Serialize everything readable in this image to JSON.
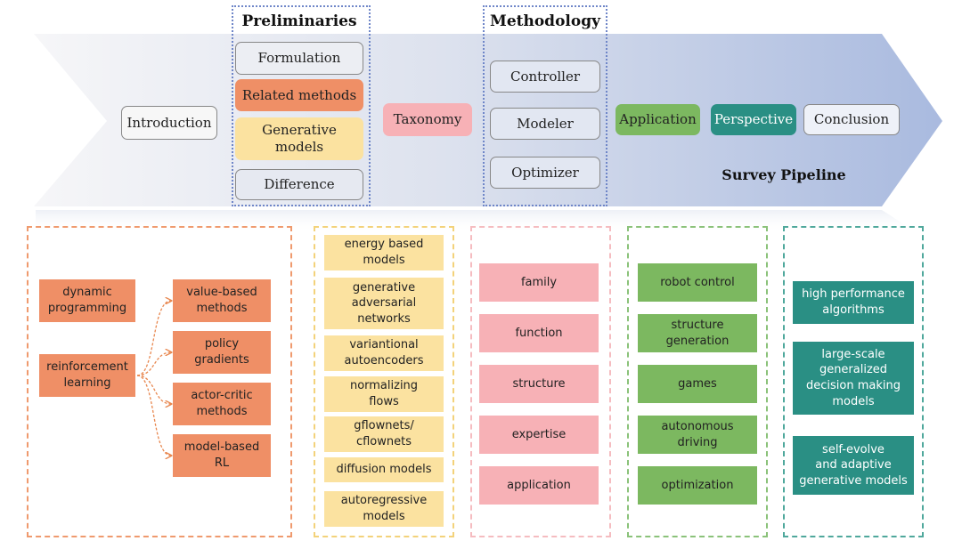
{
  "headers": {
    "preliminaries": "Preliminaries",
    "methodology": "Methodology",
    "pipeline": "Survey Pipeline"
  },
  "pipeline": {
    "introduction": "Introduction",
    "formulation": "Formulation",
    "related_methods": "Related methods",
    "generative_models": "Generative\nmodels",
    "difference": "Difference",
    "taxonomy": "Taxonomy",
    "controller": "Controller",
    "modeler": "Modeler",
    "optimizer": "Optimizer",
    "application": "Application",
    "perspective": "Perspective",
    "conclusion": "Conclusion"
  },
  "related": {
    "dynamic_programming": "dynamic\nprogramming",
    "reinforcement_learning": "reinforcement\nlearning",
    "value_based": "value-based\nmethods",
    "policy_gradients": "policy\ngradients",
    "actor_critic": "actor-critic\nmethods",
    "model_based": "model-based\nRL"
  },
  "generative": [
    "energy based\nmodels",
    "generative\nadversarial\nnetworks",
    "variantional\nautoencoders",
    "normalizing\nflows",
    "gflownets/\ncflownets",
    "diffusion models",
    "autoregressive\nmodels"
  ],
  "taxonomy_items": [
    "family",
    "function",
    "structure",
    "expertise",
    "application"
  ],
  "application_items": [
    "robot control",
    "structure\ngeneration",
    "games",
    "autonomous\ndriving",
    "optimization"
  ],
  "perspective_items": [
    "high performance\nalgorithms",
    "large-scale\ngeneralized\ndecision making\nmodels",
    "self-evolve\nand adaptive\ngenerative models"
  ],
  "colors": {
    "orange": "#ef8f66",
    "yellow": "#fbe2a0",
    "pink": "#f7b1b6",
    "green": "#7cb860",
    "teal": "#2a8f84",
    "arrow_start": "#f4f5f8",
    "arrow_end": "#a8b9e0"
  }
}
